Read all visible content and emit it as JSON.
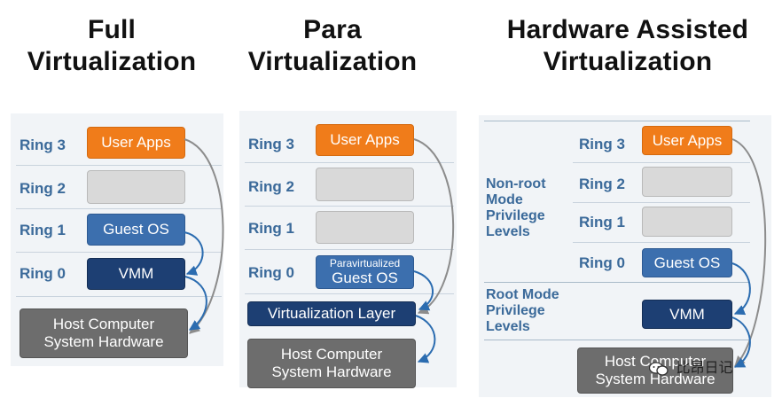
{
  "full": {
    "title_line1": "Full",
    "title_line2": "Virtualization",
    "rings": [
      "Ring 3",
      "Ring 2",
      "Ring 1",
      "Ring 0"
    ],
    "user_apps": "User Apps",
    "guest_os": "Guest OS",
    "vmm": "VMM",
    "hw_line1": "Host Computer",
    "hw_line2": "System Hardware"
  },
  "para": {
    "title_line1": "Para",
    "title_line2": "Virtualization",
    "rings": [
      "Ring 3",
      "Ring 2",
      "Ring 1",
      "Ring 0"
    ],
    "user_apps": "User Apps",
    "guest_small": "Paravirtualized",
    "guest_large": "Guest OS",
    "layer": "Virtualization Layer",
    "hw_line1": "Host Computer",
    "hw_line2": "System Hardware"
  },
  "hw_assisted": {
    "title_line1": "Hardware Assisted",
    "title_line2": "Virtualization",
    "rings": [
      "Ring 3",
      "Ring 2",
      "Ring 1",
      "Ring 0"
    ],
    "user_apps": "User Apps",
    "guest_os": "Guest OS",
    "vmm": "VMM",
    "nonroot": [
      "Non-root",
      "Mode",
      "Privilege",
      "Levels"
    ],
    "root": [
      "Root Mode",
      "Privilege",
      "Levels"
    ],
    "hw_line1": "Host Computer",
    "hw_line2": "System Hardware"
  },
  "watermark": "比昂日记",
  "colors": {
    "orange": "#f07c1a",
    "blue": "#3c6fae",
    "navy": "#1d3f73",
    "grey_box": "#d9d9d9",
    "hardware": "#6d6d6d",
    "ring_label": "#3b6a9a"
  }
}
